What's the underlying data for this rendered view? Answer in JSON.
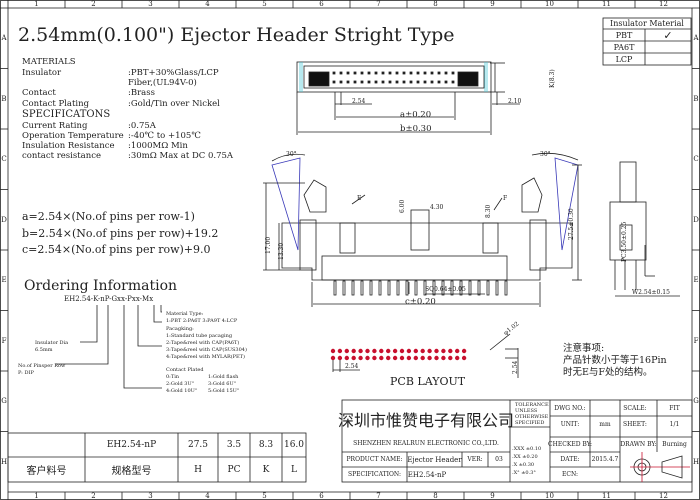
{
  "columns": [
    "1",
    "2",
    "3",
    "4",
    "5",
    "6",
    "7",
    "8",
    "9",
    "10",
    "11",
    "12"
  ],
  "rows": [
    "A",
    "B",
    "C",
    "D",
    "E",
    "F",
    "G",
    "H"
  ],
  "title": "2.54mm(0.100\") Ejector Header Stright Type",
  "materials": {
    "heading": "MATERIALS",
    "items": [
      {
        "label": "Insulator",
        "value": ":PBT+30%Glass/LCP"
      },
      {
        "label": "",
        "value": " Fiber,(UL94V-0)"
      },
      {
        "label": "Contact",
        "value": ":Brass"
      },
      {
        "label": "Contact Plating",
        "value": ":Gold/Tin over Nickel"
      }
    ]
  },
  "specifications": {
    "heading": "SPECIFICATONS",
    "items": [
      {
        "label": "Current Rating",
        "value": ":0.75A"
      },
      {
        "label": "Operation Temperature",
        "value": ":-40℃ to +105℃"
      },
      {
        "label": "Insulation Resistance",
        "value": ":1000MΩ Min"
      },
      {
        "label": "contact resistance",
        "value": ":30mΩ Max at DC 0.75A"
      }
    ]
  },
  "formulas": [
    "a=2.54×(No.of pins per row-1)",
    "b=2.54×(No.of pins per row)+19.2",
    "c=2.54×(No.of pins per row)+9.0"
  ],
  "ordering": {
    "heading": "Ordering Information",
    "code": "EH2.54-K-nP-Gxx-Pxx-Mx",
    "insulator_dia": [
      "Insulator Dia",
      "6.5mm"
    ],
    "pins": [
      "No.of Pinsper Row",
      "P: DIP"
    ],
    "material": [
      "Material Type:",
      "1:PBT 2:PA6T 3:PA9T 4:LCP"
    ],
    "packaging": [
      "Pacagking:",
      "1:Standard tube pacaging",
      "2:Tape&reel with CAP(PA6T)",
      "3:Tape&reel with CAP(SUS304)",
      "4:Tape&reel with MYLAR(PET)"
    ],
    "plated": [
      "Contact Plated",
      "0:Tin",
      "1:Gold flash",
      "2:Gold 3U\"",
      "3:Gold 6U\"",
      "4:Gold 10U\"",
      "5:Gold 15U\""
    ]
  },
  "insulator_material": {
    "heading": "Insulator Material",
    "options": [
      {
        "name": "PBT",
        "checked": "✓"
      },
      {
        "name": "PA6T",
        "checked": ""
      },
      {
        "name": "LCP",
        "checked": ""
      }
    ]
  },
  "dims": {
    "k": "K(8.3)",
    "pitch": "2.54",
    "side": "2.10",
    "a": "a±0.20",
    "b": "b±0.30",
    "angle": "30°",
    "e": "E",
    "f": "F",
    "d600": "6.00",
    "d430": "4.30",
    "d830": "8.30",
    "d1700": "17.00",
    "d1330": "13.30",
    "h": "27.5±0.30",
    "sq": "SQ0.64±0.05",
    "c": "c±0.20",
    "pc": "PC3.50±0.25",
    "w": "W2.54±0.15",
    "hole": "φ1.02",
    "pcb_pitch": "2.54",
    "pcb_row": "2.54",
    "pcb_label": "PCB LAYOUT"
  },
  "notes": [
    "注意事项:",
    "产品针数小于等于16Pin",
    "时无E与F处的结构。"
  ],
  "part_table": {
    "customer_label": "客户料号",
    "spec_label": "规格型号",
    "spec": "EH2.54-nP",
    "values": [
      {
        "label": "H",
        "value": "27.5"
      },
      {
        "label": "PC",
        "value": "3.5"
      },
      {
        "label": "K",
        "value": "8.3"
      },
      {
        "label": "L",
        "value": "16.0"
      }
    ]
  },
  "title_block": {
    "company_cn": "深圳市惟赞电子有限公司",
    "company_en": "SHENZHEN REALRUN ELECTRONIC CO.,LTD.",
    "tolerance": [
      "TOLERANCE",
      "UNLESS",
      "OTHERWISE",
      "SPECIFIED"
    ],
    "tol_values": [
      ".XXX ±0.10",
      ".XX  ±0.20",
      ".X   ±0.30",
      ".X°  ±0.3°"
    ],
    "dwg_no_label": "DWG NO.:",
    "dwg_no": "",
    "unit_label": "UNIT:",
    "unit": "mm",
    "scale_label": "SCALE:",
    "scale": "FIT",
    "sheet_label": "SHEET:",
    "sheet": "1/1",
    "checked_label": "CHECKED BY:",
    "checked": "",
    "drawn_label": "DRAWN BY:",
    "drawn": "Burning",
    "product_label": "PRODUCT NAME:",
    "product": "Ejector Header",
    "ver_label": "VER:",
    "ver": "03",
    "spec_label": "SPECIFICATION:",
    "spec": "EH2.54-nP",
    "date_label": "DATE:",
    "date": "2015.4.7",
    "ecn_label": "ECN:",
    "ecn": ""
  },
  "colors": {
    "line": "#222222",
    "blue": "#3a3ab8",
    "red": "#c8102e",
    "cyan": "#4cc9d8"
  }
}
